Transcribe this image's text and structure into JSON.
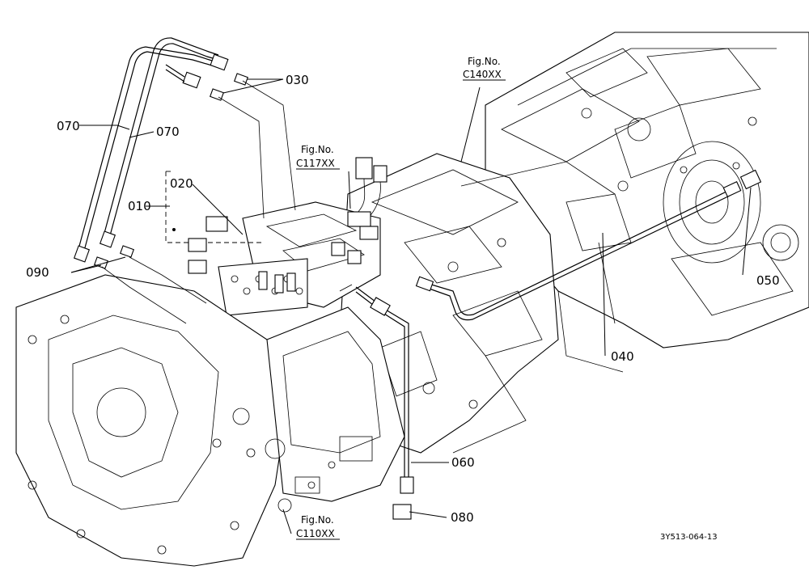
{
  "callouts": {
    "c010": "010",
    "c020": "020",
    "c030": "030",
    "c040": "040",
    "c050": "050",
    "c060": "060",
    "c070a": "070",
    "c070b": "070",
    "c080": "080",
    "c090": "090"
  },
  "refs": {
    "c140_line1": "Fig.No.",
    "c140_line2": "C140XX",
    "c117_line1": "Fig.No.",
    "c117_line2": "C117XX",
    "c110_line1": "Fig.No.",
    "c110_line2": "C110XX"
  },
  "drawing_code": "3Y513-064-13"
}
